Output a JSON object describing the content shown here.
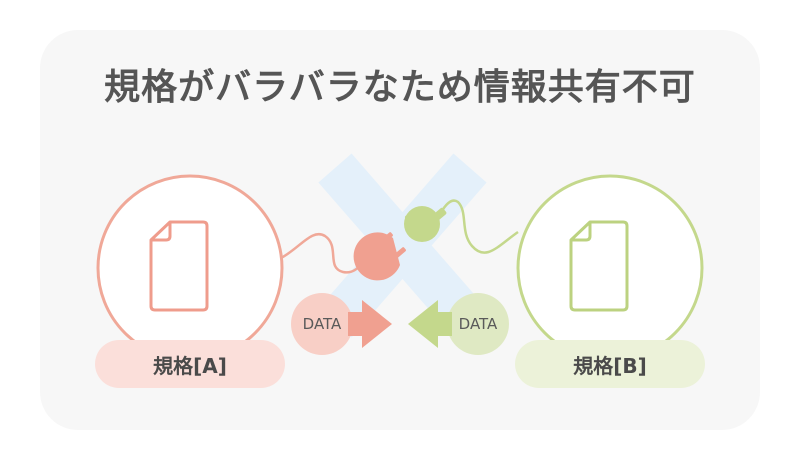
{
  "title": "規格がバラバラなため情報共有不可",
  "standard_a": {
    "label": "規格[A]",
    "data_label": "DATA",
    "color": "#f0a898"
  },
  "standard_b": {
    "label": "規格[B]",
    "data_label": "DATA",
    "color": "#c4d88c"
  },
  "cross_color": "#e4f0fa"
}
